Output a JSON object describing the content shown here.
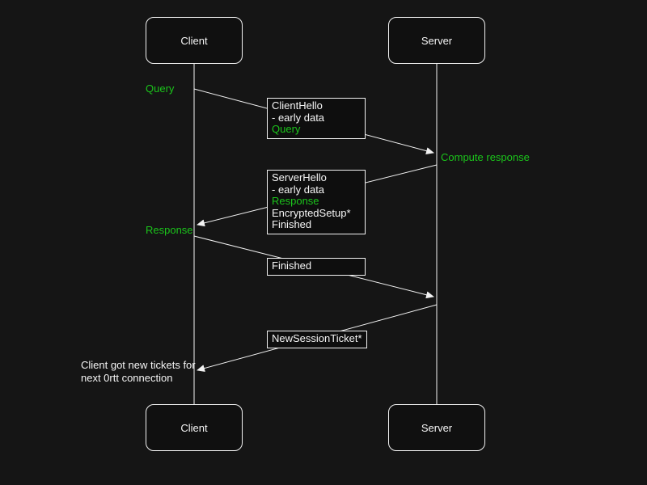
{
  "diagram_type": "sequence-diagram",
  "colors": {
    "background": "#151515",
    "stroke": "#f2f2f2",
    "text": "#f5f5f5",
    "highlight_green": "#1bc41b"
  },
  "actors": {
    "client": "Client",
    "server": "Server"
  },
  "messages": {
    "client_hello": {
      "from": "client",
      "to": "server",
      "lines": [
        "ClientHello",
        "- early data",
        "Query"
      ]
    },
    "server_hello": {
      "from": "server",
      "to": "client",
      "lines": [
        "ServerHello",
        "- early data",
        "Response",
        "EncryptedSetup*",
        "Finished"
      ]
    },
    "finished": {
      "from": "client",
      "to": "server",
      "lines": [
        "Finished"
      ]
    },
    "new_session_ticket": {
      "from": "server",
      "to": "client",
      "lines": [
        "NewSessionTicket*"
      ]
    }
  },
  "labels": {
    "query": "Query",
    "compute_response": "Compute response",
    "response": "Response",
    "note_line1": "Client got new tickets for",
    "note_line2": "next 0rtt connection"
  }
}
